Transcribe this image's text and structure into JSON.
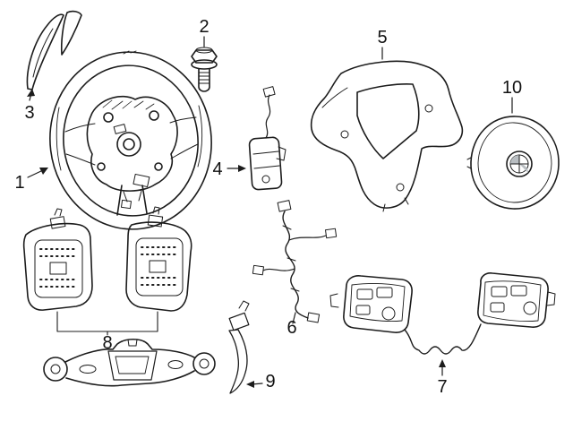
{
  "page": {
    "background_color": "#ffffff",
    "line_color": "#1c1c1c",
    "roundel_fill": "#b9bec2"
  },
  "diagram": {
    "kind": "exploded-parts-diagram",
    "subject": "steering-wheel-and-components",
    "callouts": [
      {
        "label": "1",
        "part": "steering-wheel"
      },
      {
        "label": "2",
        "part": "screw"
      },
      {
        "label": "3",
        "part": "trim-strip"
      },
      {
        "label": "4",
        "part": "switch-module"
      },
      {
        "label": "5",
        "part": "trim-cover"
      },
      {
        "label": "6",
        "part": "wiring-harness"
      },
      {
        "label": "7",
        "part": "switch-panels"
      },
      {
        "label": "8",
        "part": "shift-paddles"
      },
      {
        "label": "9",
        "part": "bracket-arm"
      },
      {
        "label": "10",
        "part": "airbag-module"
      }
    ]
  }
}
